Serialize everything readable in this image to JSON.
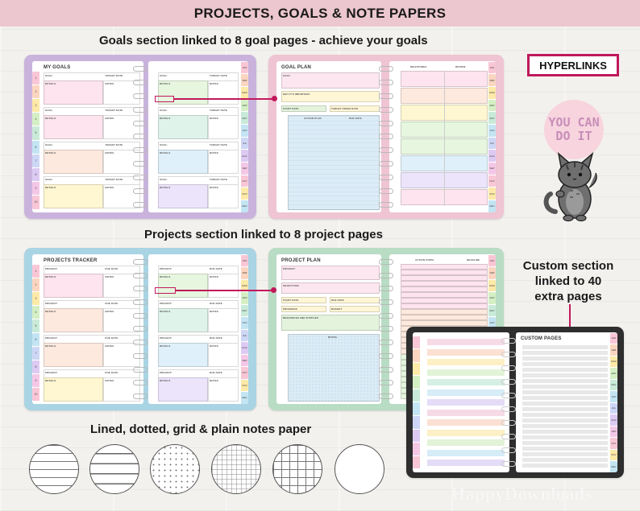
{
  "banner": {
    "title": "PROJECTS, GOALS & NOTE PAPERS"
  },
  "captions": {
    "goals": "Goals section linked to 8 goal pages - achieve your goals",
    "projects": "Projects section linked to 8 project pages",
    "notes": "Lined, dotted, grid & plain notes paper",
    "hyperlinks": "HYPERLINKS",
    "custom": [
      "Custom section",
      "linked to 40",
      "extra pages"
    ]
  },
  "badge": {
    "line1": "YOU CAN",
    "line2": "DO IT"
  },
  "watermark": "HappyDownloads",
  "months": [
    "JAN",
    "FEB",
    "MAR",
    "APR",
    "MAY",
    "JUN",
    "JUL",
    "AUG",
    "SEP",
    "OCT",
    "NOV",
    "DEC"
  ],
  "numbers": [
    "1",
    "2",
    "3",
    "4",
    "5",
    "6",
    "7",
    "8",
    "9",
    "10"
  ],
  "goals_spread": {
    "left_title": "MY GOALS",
    "right_title": "GOAL PLAN",
    "labels": {
      "goal": "GOAL:",
      "target_date": "TARGET DATE",
      "details": "DETAILS",
      "notes": "NOTES",
      "why": "WHY IT'S IMPORTANT",
      "start_date": "START DATE",
      "finish_date": "TARGET FINISH DATE",
      "action_plan": "ACTION PLAN",
      "due_date": "DUE DATE",
      "milestones": "MILESTONES",
      "review": "REVIEW"
    }
  },
  "projects_spread": {
    "left_title": "PROJECTS TRACKER",
    "right_title": "PROJECT PLAN",
    "labels": {
      "project": "PROJECT:",
      "due_date": "DUE DATE",
      "details": "DETAILS",
      "notes": "NOTES",
      "objectives": "OBJECTIVES",
      "start_date": "START DATE",
      "progress": "PROGRESS",
      "budget": "BUDGET",
      "resources": "RESOURCES AND SUPPLIES",
      "action_steps": "ACTION STEPS",
      "deadline": "DEADLINE"
    }
  },
  "custom_spread": {
    "title": "CUSTOM PAGES"
  },
  "colors": {
    "accent": "#c2185b",
    "banner": "#ecc7cf",
    "goals_frame": "#c9b3dc",
    "goal_plan_frame": "#efc4d3",
    "projects_frame": "#a9d4e3",
    "project_plan_frame": "#b9dcc4",
    "custom_frame": "#2e2e2e"
  }
}
